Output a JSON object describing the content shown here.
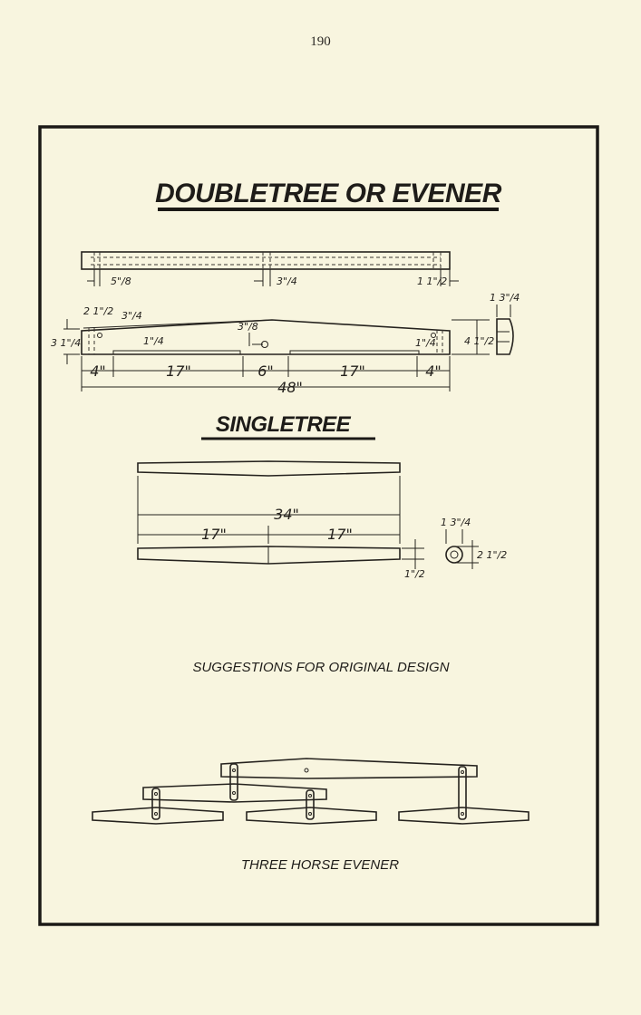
{
  "page_number": "190",
  "doubletree": {
    "title": "DOUBLETREE OR EVENER",
    "dims": {
      "hole_a": "5\"/8",
      "hole_b": "3\"/4",
      "hole_c": "1 1\"/2",
      "offset_left": "2 1\"/2",
      "taper_top": "3\"/4",
      "depth_left": "1\"/4",
      "pin": "3\"/8",
      "height_left": "3 1\"/4",
      "depth_right": "1\"/4",
      "height_right": "4 1\"/2",
      "end_width": "1 3\"/4",
      "seg_1": "4\"",
      "seg_2": "17\"",
      "seg_3": "6\"",
      "seg_4": "17\"",
      "seg_5": "4\"",
      "total": "48\""
    }
  },
  "singletree": {
    "title": "SINGLETREE",
    "dims": {
      "total": "34\"",
      "half_left": "17\"",
      "half_right": "17\"",
      "thickness": "1\"/2",
      "end_width": "1 3\"/4",
      "end_height": "2 1\"/2"
    }
  },
  "suggestions": {
    "title": "SUGGESTIONS FOR ORIGINAL DESIGN"
  },
  "three_horse": {
    "caption": "THREE HORSE EVENER"
  }
}
